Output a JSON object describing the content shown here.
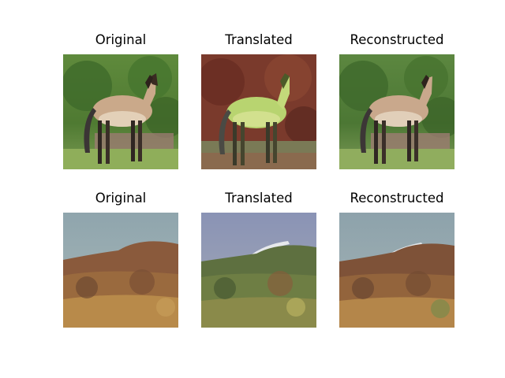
{
  "panels": [
    {
      "title": "Original",
      "scene": "horse-original"
    },
    {
      "title": "Translated",
      "scene": "horse-translated"
    },
    {
      "title": "Reconstructed",
      "scene": "horse-reconstructed"
    },
    {
      "title": "Original",
      "scene": "landscape-original"
    },
    {
      "title": "Translated",
      "scene": "landscape-translated"
    },
    {
      "title": "Reconstructed",
      "scene": "landscape-reconstructed"
    }
  ]
}
